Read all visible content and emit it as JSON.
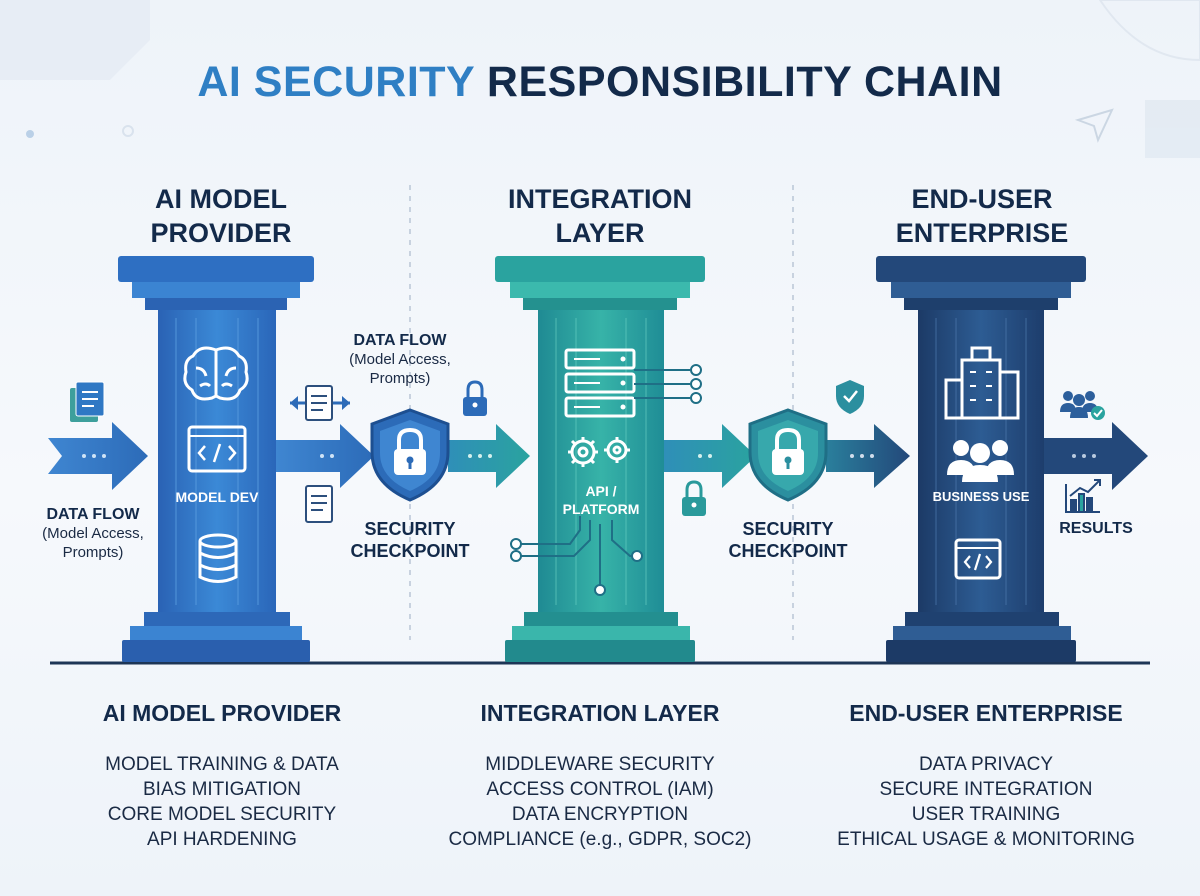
{
  "title": {
    "part1": "AI SECURITY",
    "part2": "RESPONSIBILITY CHAIN"
  },
  "pillars": [
    {
      "title_line1": "AI MODEL",
      "title_line2": "PROVIDER",
      "inner_label": "MODEL DEV",
      "color": "#2f77c9"
    },
    {
      "title_line1": "INTEGRATION",
      "title_line2": "LAYER",
      "inner_label_line1": "API /",
      "inner_label_line2": "PLATFORM",
      "color": "#2aa39f"
    },
    {
      "title_line1": "END-USER",
      "title_line2": "ENTERPRISE",
      "inner_label": "BUSINESS USE",
      "color": "#23487a"
    }
  ],
  "flows": {
    "left": {
      "label": "DATA FLOW",
      "sub1": "(Model Access,",
      "sub2": "Prompts)"
    },
    "middle": {
      "label": "DATA FLOW",
      "sub1": "(Model Access,",
      "sub2": "Prompts)"
    },
    "results": "RESULTS"
  },
  "checkpoints": [
    {
      "line1": "SECURITY",
      "line2": "CHECKPOINT"
    },
    {
      "line1": "SECURITY",
      "line2": "CHECKPOINT"
    }
  ],
  "responsibilities": [
    {
      "heading": "AI MODEL PROVIDER",
      "items": [
        "MODEL TRAINING & DATA",
        "BIAS MITIGATION",
        "CORE MODEL SECURITY",
        "API HARDENING"
      ]
    },
    {
      "heading": "INTEGRATION LAYER",
      "items": [
        "MIDDLEWARE SECURITY",
        "ACCESS CONTROL (IAM)",
        "DATA ENCRYPTION",
        "COMPLIANCE (e.g., GDPR, SOC2)"
      ]
    },
    {
      "heading": "END-USER ENTERPRISE",
      "items": [
        "DATA PRIVACY",
        "SECURE INTEGRATION",
        "USER TRAINING",
        "ETHICAL USAGE & MONITORING"
      ]
    }
  ],
  "colors": {
    "accent_blue": "#2f7fc4",
    "navy": "#132a4a",
    "teal": "#2aa39f",
    "dark_blue": "#23487a"
  },
  "icons": [
    "brain-icon",
    "code-icon",
    "database-icon",
    "server-icon",
    "gears-icon",
    "building-icon",
    "users-icon",
    "lock-icon",
    "shield-lock-icon",
    "document-icon",
    "chart-icon",
    "shield-check-icon",
    "user-group-check-icon"
  ]
}
